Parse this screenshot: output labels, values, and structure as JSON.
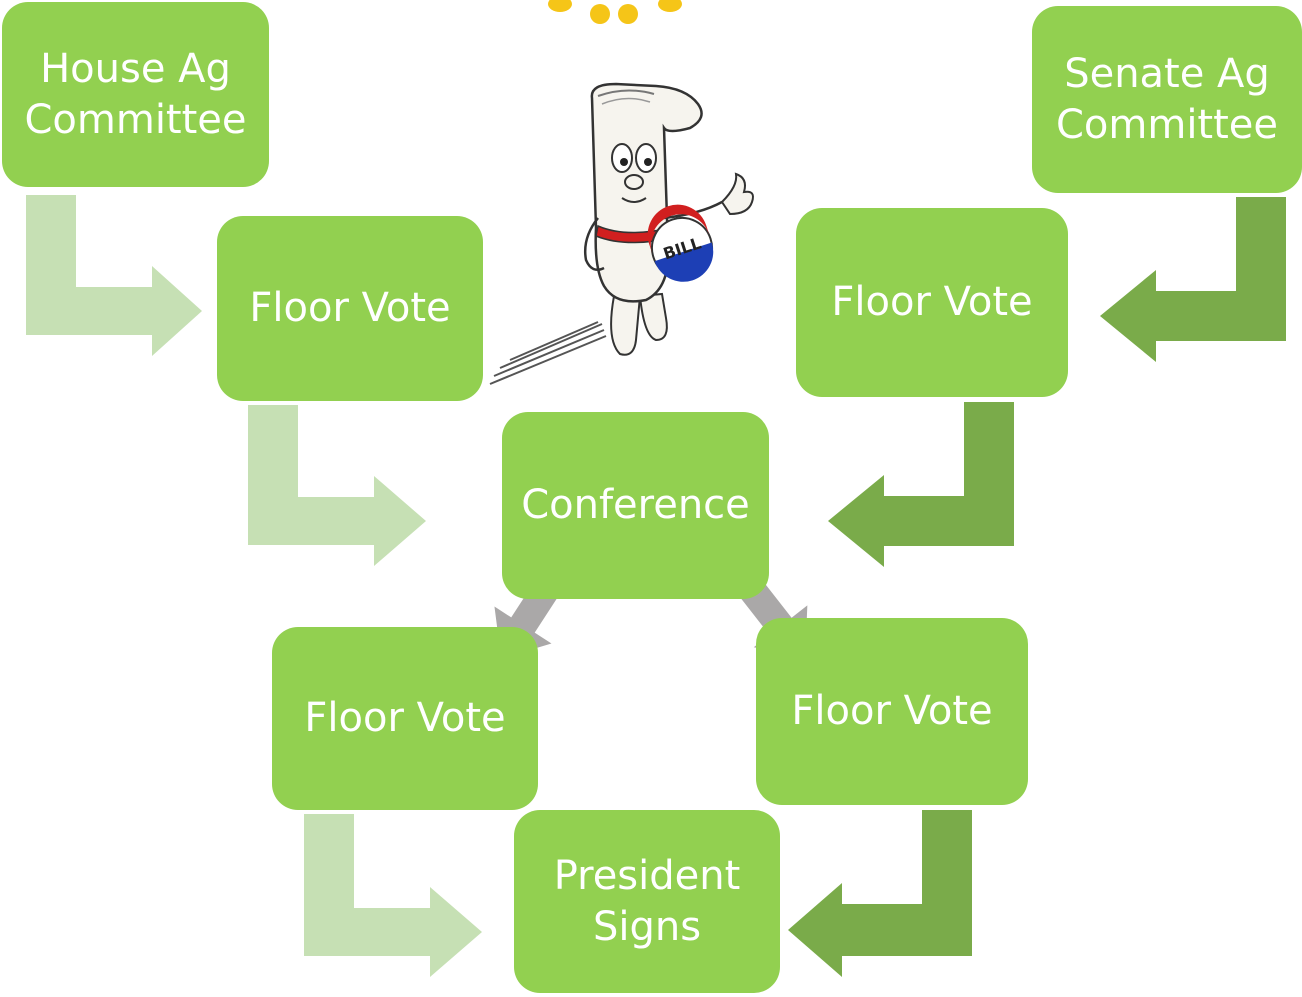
{
  "nodes": {
    "house_committee": [
      "House Ag",
      "Committee"
    ],
    "senate_committee": [
      "Senate Ag",
      "Committee"
    ],
    "house_floor_vote": "Floor Vote",
    "senate_floor_vote": "Floor Vote",
    "conference": "Conference",
    "conference_floor_vote_left": "Floor Vote",
    "conference_floor_vote_right": "Floor Vote",
    "president_signs": [
      "President",
      "Signs"
    ]
  },
  "mascot": {
    "badge_text": "BILL"
  },
  "colors": {
    "node_fill": "#92d050",
    "node_text": "#ffffff",
    "arrow_light": "#c6e0b4",
    "arrow_dark": "#7aab4a",
    "arrow_gray": "#aaa8a8",
    "accent_yellow": "#f5c518"
  }
}
